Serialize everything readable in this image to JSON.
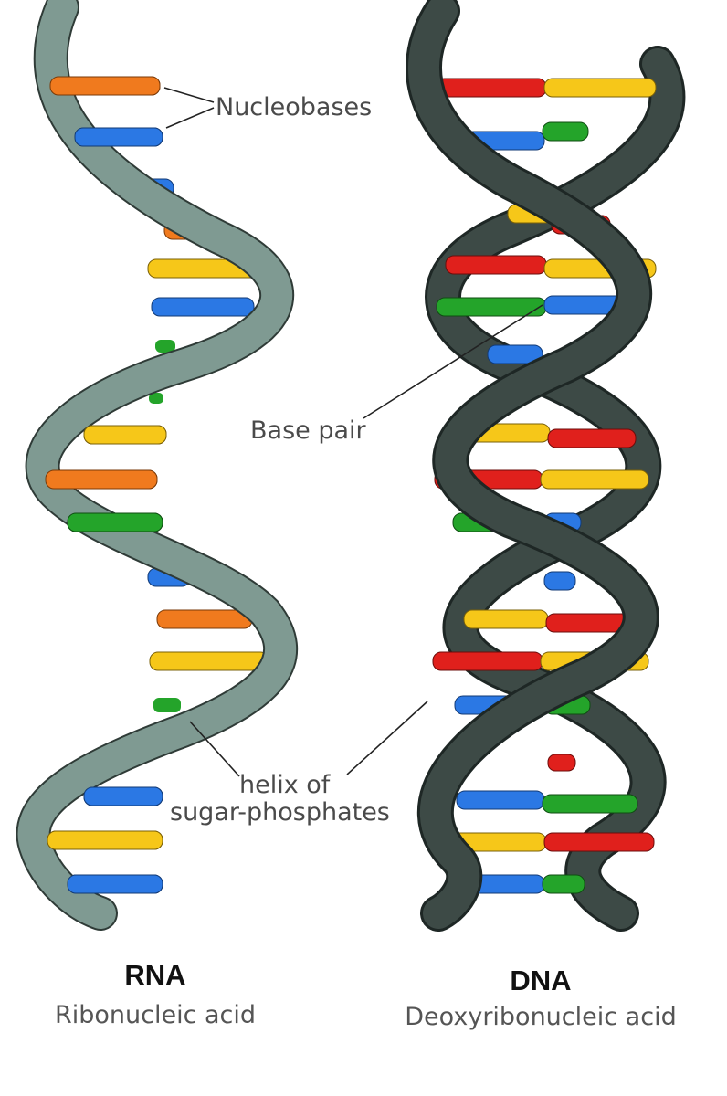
{
  "labels": {
    "nucleobases": "Nucleobases",
    "base_pair": "Base pair",
    "helix_line1": "helix of",
    "helix_line2": "sugar-phosphates"
  },
  "rna": {
    "title": "RNA",
    "subtitle": "Ribonucleic acid"
  },
  "dna": {
    "title": "DNA",
    "subtitle": "Deoxyribonucleic acid"
  },
  "colors": {
    "rna_backbone": "#7f9a92",
    "dna_backbone": "#3d4a46",
    "adenine_orange": "#f07a1e",
    "cytosine_blue": "#2b78e4",
    "guanine_green": "#24a42a",
    "uracil_thymine_yellow": "#f6c719",
    "thymine_red": "#e0201c"
  }
}
